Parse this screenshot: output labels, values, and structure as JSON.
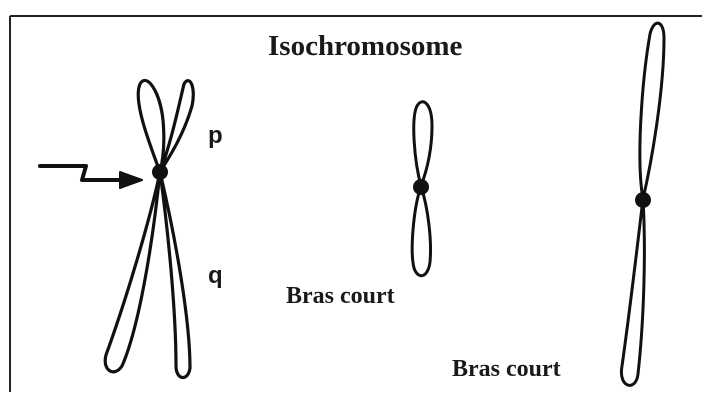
{
  "title": "Isochromosome",
  "labels": {
    "p_arm": "p",
    "q_arm": "q",
    "short_arm_1": "Bras court",
    "short_arm_2": "Bras court"
  },
  "colors": {
    "ink": "#111111",
    "background": "#ffffff",
    "frame": "#222222"
  }
}
